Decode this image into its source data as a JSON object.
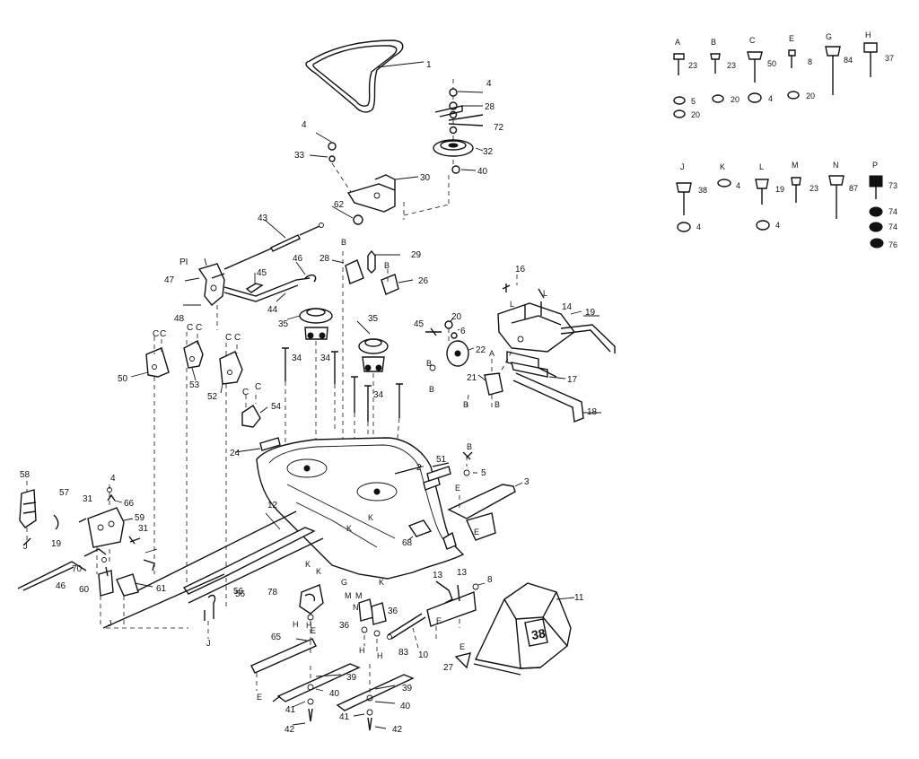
{
  "callouts": [
    "1",
    "4",
    "28",
    "72",
    "32",
    "40",
    "30",
    "4",
    "33",
    "62",
    "43",
    "29",
    "28",
    "26",
    "PI",
    "47",
    "45",
    "46",
    "44",
    "48",
    "35",
    "35",
    "45",
    "20",
    "6",
    "22",
    "16",
    "14",
    "19",
    "C",
    "C",
    "C",
    "C",
    "C",
    "C",
    "50",
    "53",
    "52",
    "34",
    "34",
    "34",
    "C",
    "C",
    "54",
    "24",
    "21",
    "17",
    "18",
    "2",
    "51",
    "5",
    "3",
    "58",
    "57",
    "4",
    "66",
    "31",
    "31",
    "59",
    "19",
    "46",
    "70",
    "60",
    "56",
    "61",
    "12",
    "68",
    "13",
    "13",
    "8",
    "56",
    "78",
    "36",
    "36",
    "11",
    "65",
    "39",
    "40",
    "39",
    "40",
    "41",
    "42",
    "41",
    "42",
    "27",
    "10",
    "83"
  ],
  "letter_marks": [
    "A",
    "B",
    "B",
    "B",
    "B",
    "B",
    "B",
    "B",
    "E",
    "E",
    "E",
    "E",
    "E",
    "E",
    "H",
    "H",
    "H",
    "H",
    "J",
    "J",
    "J",
    "K",
    "K",
    "K",
    "K",
    "K",
    "M",
    "M",
    "G",
    "N",
    "L",
    "L"
  ],
  "hardware_legend": {
    "row1": [
      {
        "letter": "A",
        "num": "23"
      },
      {
        "letter": "B",
        "num": "23"
      },
      {
        "letter": "C",
        "num": "50"
      },
      {
        "letter": "E",
        "num": "8"
      },
      {
        "letter": "G",
        "num": "84"
      },
      {
        "letter": "H",
        "num": "37"
      }
    ],
    "row1_nuts": [
      {
        "num": "5"
      },
      {
        "num": "20"
      },
      {
        "num": "20"
      },
      {
        "num": "4"
      },
      {
        "num": "20"
      }
    ],
    "row2": [
      {
        "letter": "J",
        "num": "38"
      },
      {
        "letter": "K",
        "num": "4"
      },
      {
        "letter": "L",
        "num": "19"
      },
      {
        "letter": "M",
        "num": "23"
      },
      {
        "letter": "N",
        "num": "87"
      },
      {
        "letter": "P",
        "num": "73"
      }
    ],
    "row2_nuts": [
      {
        "num": "4"
      },
      {
        "num": "4"
      },
      {
        "num": "74"
      },
      {
        "num": "74"
      },
      {
        "num": "76"
      }
    ]
  },
  "deflector_badge": "38"
}
